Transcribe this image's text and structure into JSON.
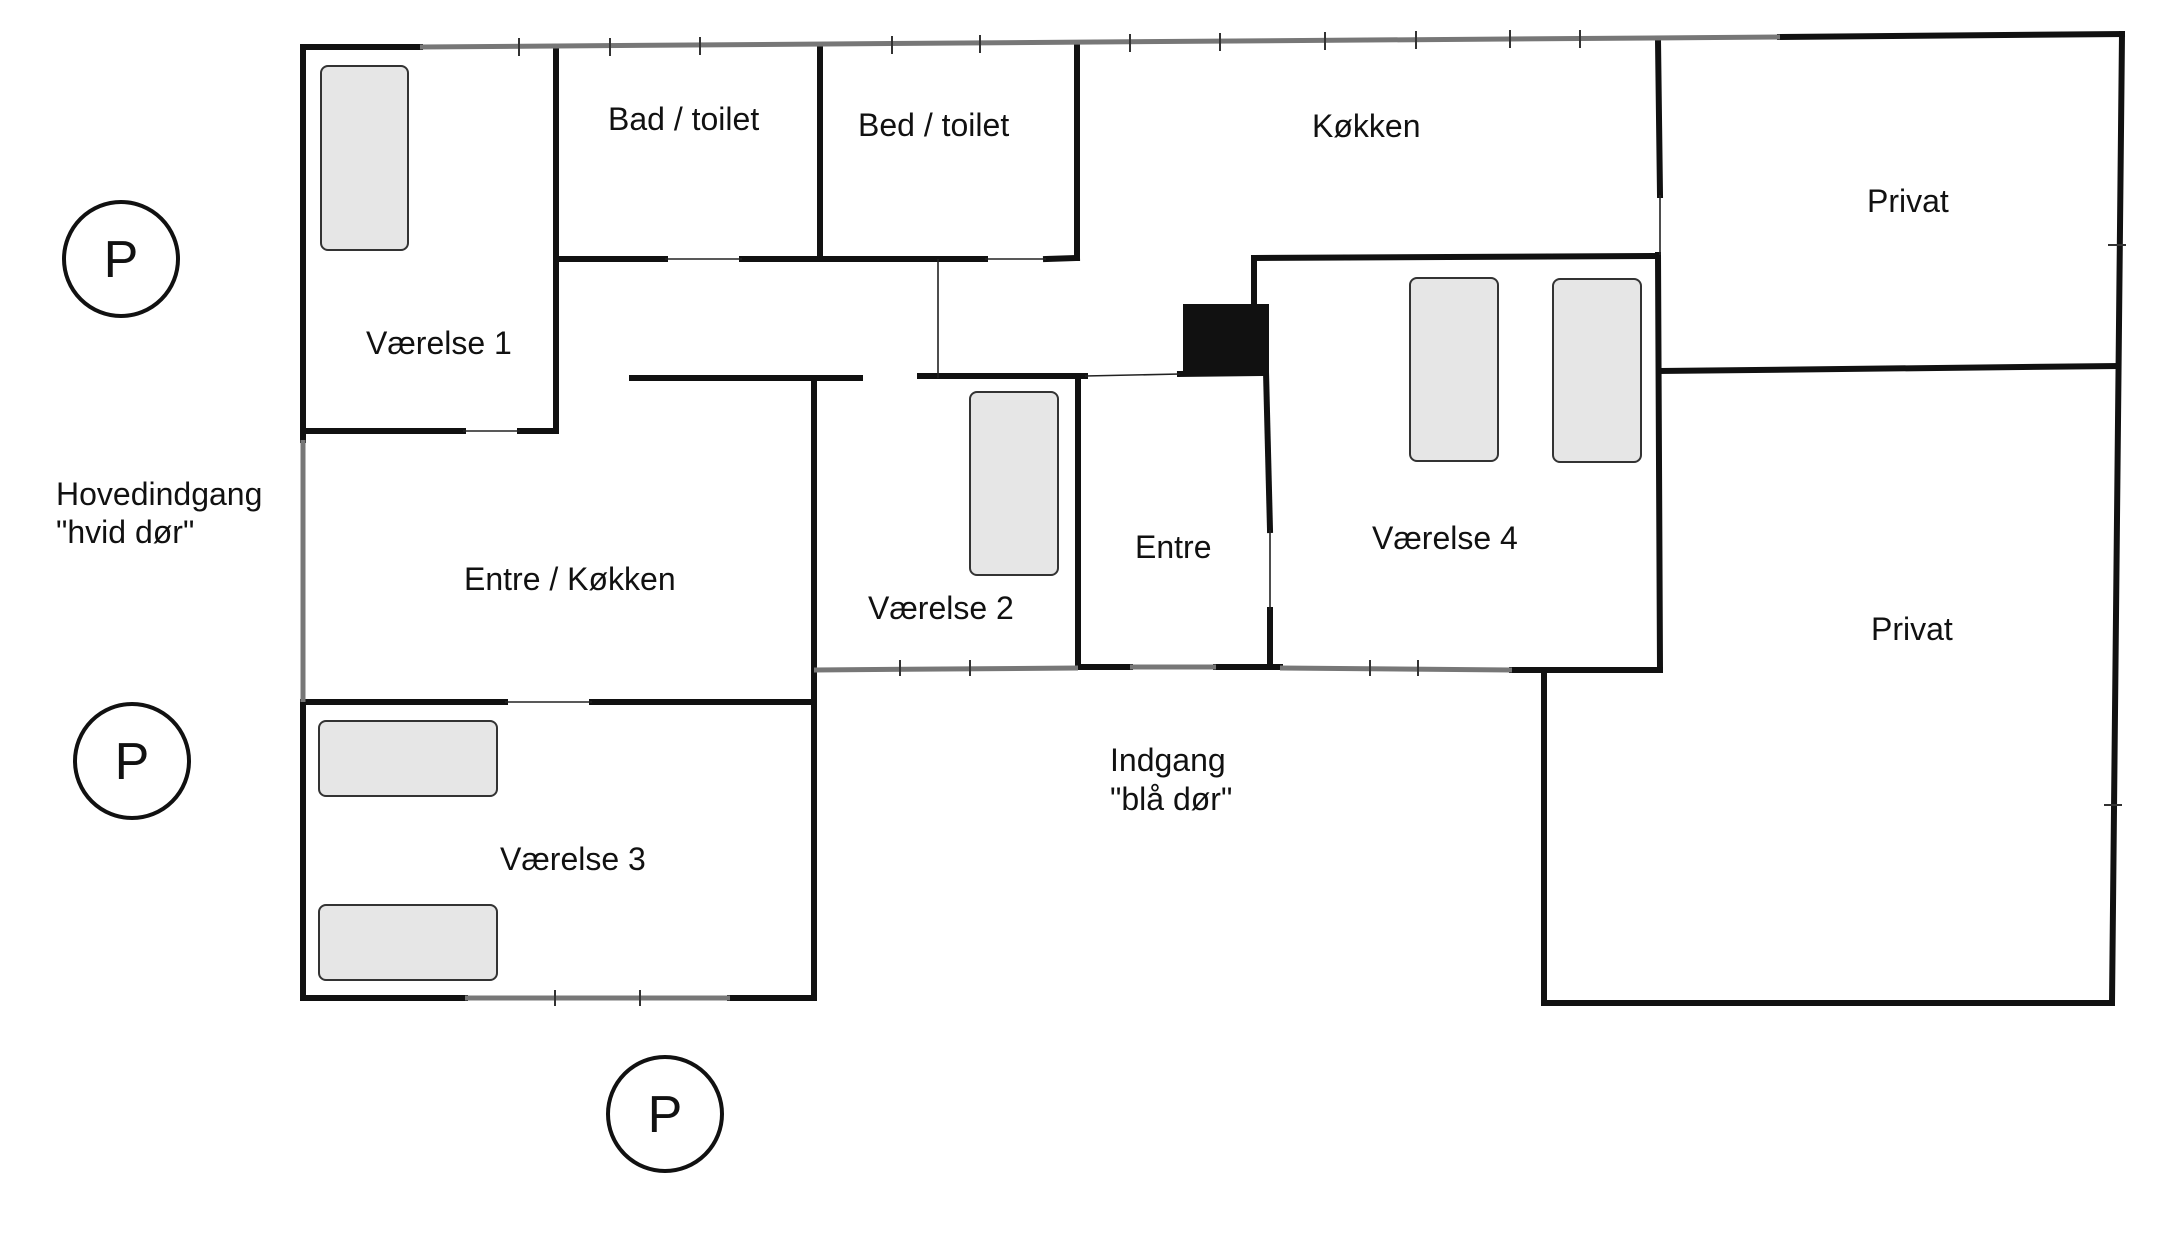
{
  "rooms": {
    "bad_toilet": "Bad / toilet",
    "bed_toilet": "Bed / toilet",
    "kokken": "Køkken",
    "privat_top": "Privat",
    "vaerelse1": "Værelse 1",
    "entre_kokken": "Entre / Køkken",
    "vaerelse2": "Værelse 2",
    "entre": "Entre",
    "vaerelse4": "Værelse 4",
    "privat_bottom": "Privat",
    "vaerelse3": "Værelse 3"
  },
  "entrances": {
    "main_line1": "Hovedindgang",
    "main_line2": "\"hvid dør\"",
    "side_line1": "Indgang",
    "side_line2": "\"blå dør\""
  },
  "parking": {
    "label": "P",
    "count": 3
  },
  "colors": {
    "wall": "#111111",
    "window": "#777777",
    "bed_fill": "#e6e6e6"
  }
}
